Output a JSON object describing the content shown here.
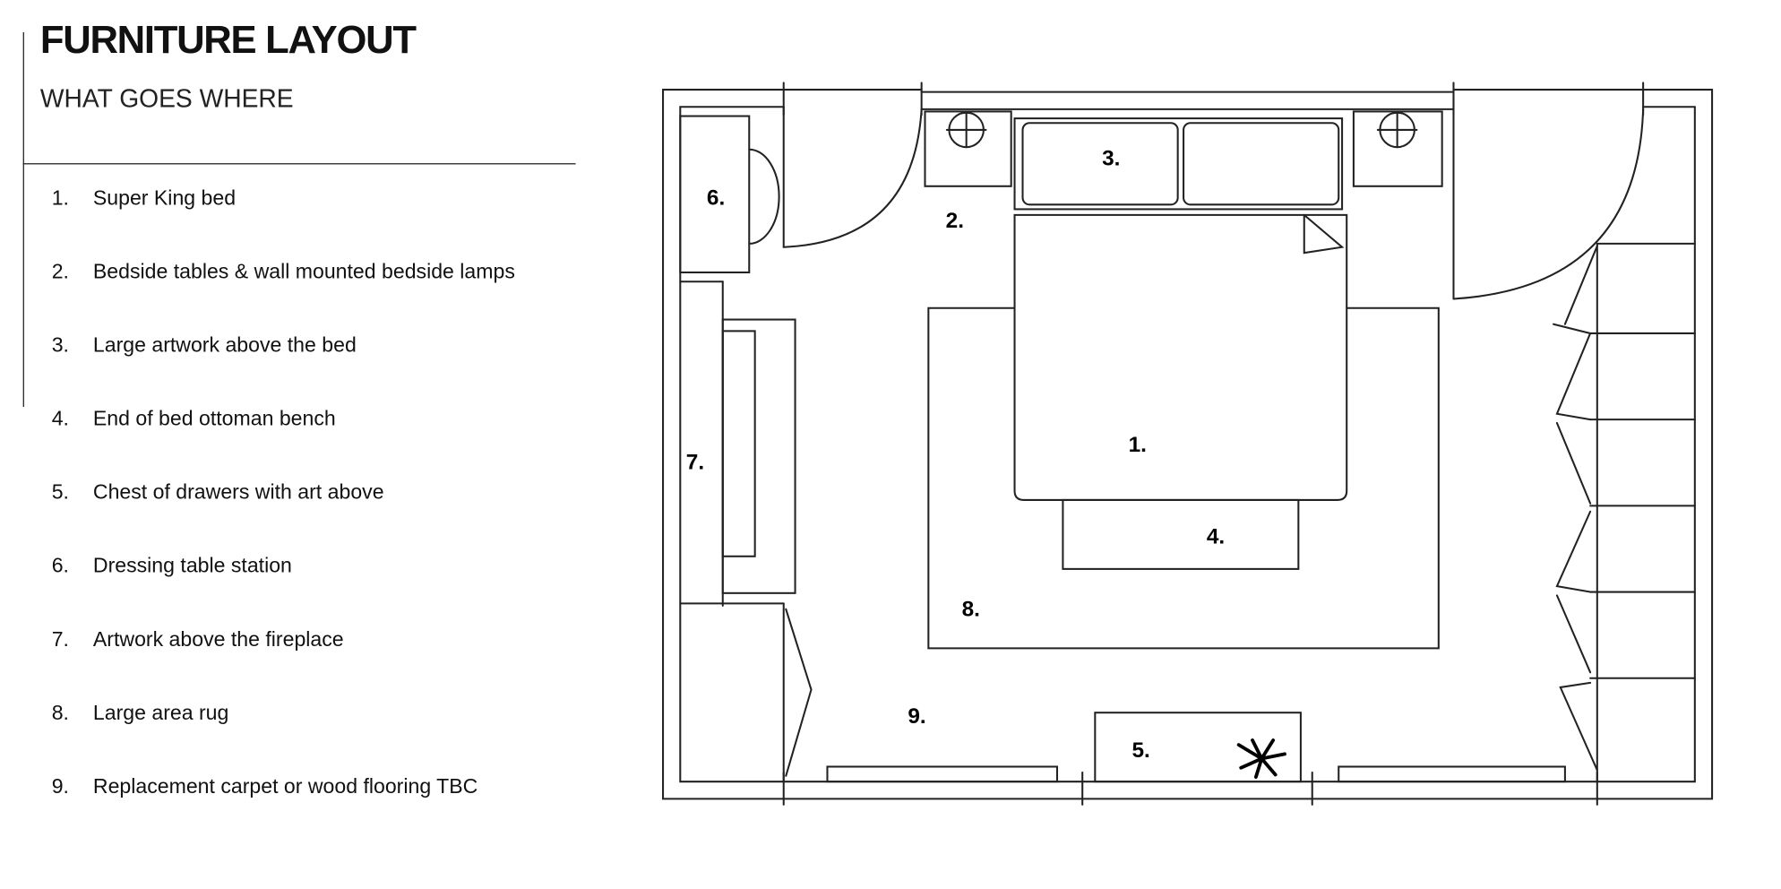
{
  "header": {
    "title": "FURNITURE LAYOUT",
    "subtitle": "WHAT GOES WHERE"
  },
  "legend": [
    {
      "num": "1.",
      "label": "Super King bed"
    },
    {
      "num": "2.",
      "label": "Bedside tables & wall mounted bedside lamps"
    },
    {
      "num": "3.",
      "label": "Large artwork above the bed"
    },
    {
      "num": "4.",
      "label": "End of bed ottoman bench"
    },
    {
      "num": "5.",
      "label": "Chest of drawers with art above"
    },
    {
      "num": "6.",
      "label": "Dressing table station"
    },
    {
      "num": "7.",
      "label": "Artwork above the fireplace"
    },
    {
      "num": "8.",
      "label": "Large area rug"
    },
    {
      "num": "9.",
      "label": "Replacement carpet or wood flooring TBC"
    }
  ],
  "plan_labels": {
    "bed": "1.",
    "bedside": "2.",
    "artwork": "3.",
    "ottoman": "4.",
    "chest": "5.",
    "dressing": "6.",
    "fireplace": "7.",
    "rug": "8.",
    "flooring": "9."
  }
}
